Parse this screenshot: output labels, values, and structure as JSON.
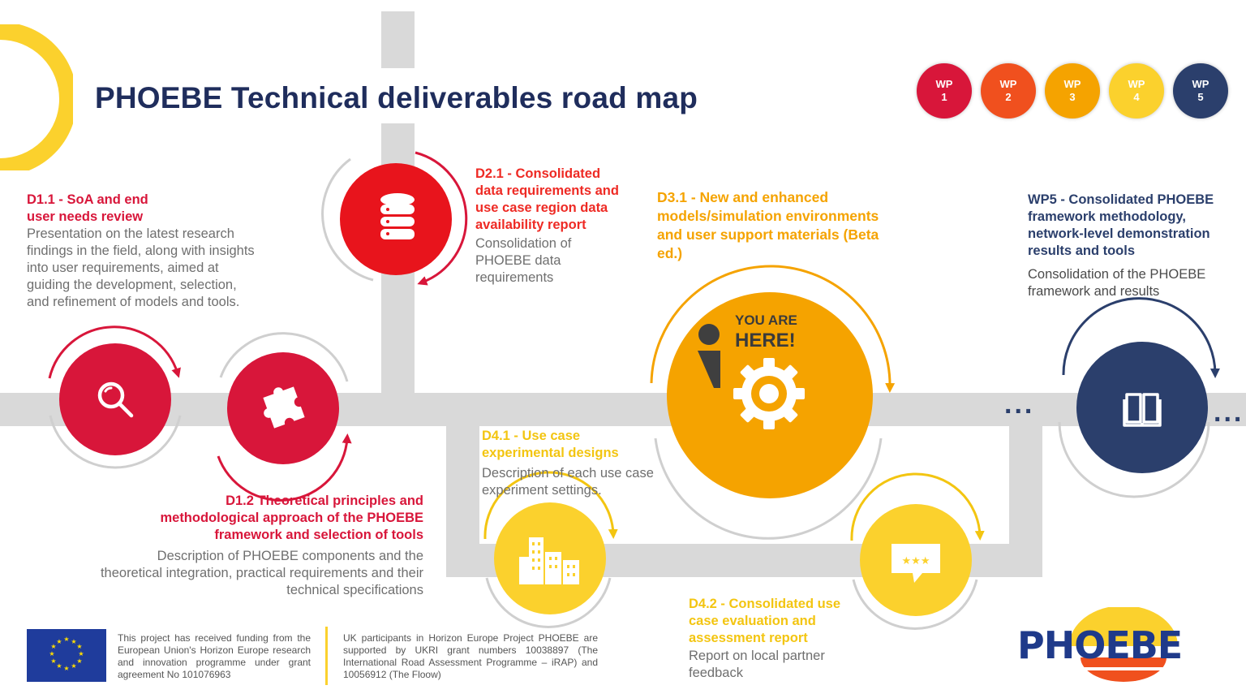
{
  "header": {
    "title": "PHOEBE Technical deliverables road map"
  },
  "legend": [
    {
      "label": "WP",
      "num": "1",
      "color": "#d8163a"
    },
    {
      "label": "WP",
      "num": "2",
      "color": "#f0501e"
    },
    {
      "label": "WP",
      "num": "3",
      "color": "#f5a300"
    },
    {
      "label": "WP",
      "num": "4",
      "color": "#fbd12d"
    },
    {
      "label": "WP",
      "num": "5",
      "color": "#2b3f6c"
    }
  ],
  "deliverables": {
    "d11": {
      "title": "D1.1 - SoA and end user needs review",
      "desc": "Presentation on the latest research findings in the field, along with insights into user requirements, aimed at guiding the development, selection, and refinement of models and tools."
    },
    "d12": {
      "title": "D1.2 Theoretical principles and methodological approach of the PHOEBE framework and selection of tools",
      "desc": "Description of PHOEBE components and the theoretical integration, practical requirements and their technical specifications"
    },
    "d21": {
      "title": "D2.1 - Consolidated data requirements and use case region data availability report",
      "desc": "Consolidation of PHOEBE data requirements"
    },
    "d31": {
      "title": "D3.1 - New and enhanced models/simulation environments and user support materials (Beta ed.)"
    },
    "d41": {
      "title": "D4.1 - Use case experimental designs",
      "desc": "Description of each use case experiment settings."
    },
    "d42": {
      "title": "D4.2 - Consolidated use case evaluation and assessment report",
      "desc": "Report on local partner feedback"
    },
    "wp5": {
      "title": "WP5 -  Consolidated PHOEBE framework methodology, network-level demonstration results and tools",
      "desc": "Consolidation of the PHOEBE framework and results"
    }
  },
  "marker": {
    "line1": "YOU ARE",
    "line2": "HERE!"
  },
  "ellipsis": "...",
  "footer": {
    "eu_text": "This project has received funding from the European Union's Horizon Europe research and innovation programme under grant agreement No 101076963",
    "uk_text": "UK participants in Horizon Europe Project PHOEBE are supported by UKRI grant numbers 10038897 (The International Road Assessment Programme – iRAP) and 10056912 (The Floow)"
  },
  "logo": "PHOEBE",
  "icons": [
    "search-icon",
    "puzzle-icon",
    "database-icon",
    "gear-icon",
    "person-icon",
    "buildings-icon",
    "chat-rating-icon",
    "book-icon",
    "eu-flag-icon"
  ]
}
